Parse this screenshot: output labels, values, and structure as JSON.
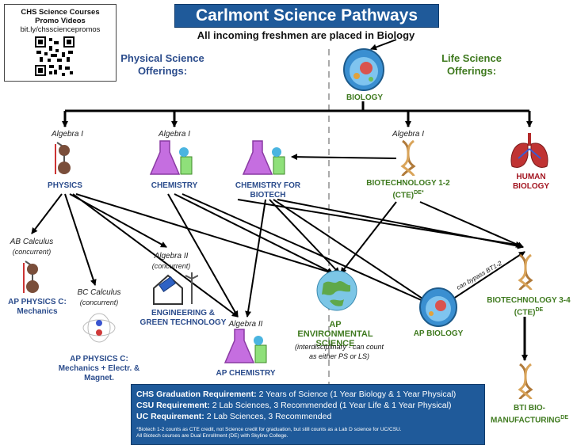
{
  "title": "Carlmont Science Pathways",
  "subtitle": "All incoming freshmen are placed in Biology",
  "qr": {
    "line1": "CHS Science Courses",
    "line2": "Promo Videos",
    "line3": "bit.ly/chssciencepromos"
  },
  "headers": {
    "physical": "Physical Science Offerings:",
    "life": "Life Science Offerings:"
  },
  "nodes": {
    "biology": "BIOLOGY",
    "physics_pre": "Algebra I",
    "physics": "PHYSICS",
    "chemistry_pre": "Algebra I",
    "chemistry": "CHEMISTRY",
    "chem_biotech": "CHEMISTRY FOR BIOTECH",
    "biotech12_pre": "Algebra I",
    "biotech12": "BIOTECHNOLOGY 1-2 (CTE)",
    "biotech12_sup": "DE*",
    "human_bio": "HUMAN BIOLOGY",
    "ab_calc": "AB Calculus",
    "ab_calc_note": "(concurrent)",
    "ap_phys_c_mech": "AP PHYSICS C: Mechanics",
    "bc_calc": "BC Calculus",
    "bc_calc_note": "(concurrent)",
    "ap_phys_c_em": "AP PHYSICS C: Mechanics + Electr. & Magnet.",
    "alg2_eng": "Algebra II",
    "alg2_eng_note": "(concurrent)",
    "eng_green": "ENGINEERING & GREEN TECHNOLOGY",
    "alg2_apchem": "Algebra II",
    "ap_chem": "AP CHEMISTRY",
    "ap_env_1": "AP ENVIRONMENTAL",
    "ap_env_2": "SCIENCE",
    "ap_env_note": "(interdisciplinary - can count as either PS or LS)",
    "ap_bio": "AP BIOLOGY",
    "bypass": "can bypass BT1-2",
    "biotech34": "BIOTECHNOLOGY 3-4 (CTE)",
    "biotech34_sup": "DE",
    "bti_1": "BTI BIO-",
    "bti_2": "MANUFACTURING",
    "bti_sup": "DE"
  },
  "requirements": {
    "chs_label": "CHS Graduation Requirement:",
    "chs_value": "2 Years of Science (1 Year Biology & 1 Year Physical)",
    "csu_label": "CSU Requirement:",
    "csu_value": "2 Lab Sciences, 3 Recommended (1 Year Life & 1 Year Physical)",
    "uc_label": "UC Requirement:",
    "uc_value": "2 Lab Sciences, 3 Recommended",
    "note1": "*Biotech 1-2 counts as CTE credit, not Science credit for graduation, but still counts as a Lab D science for UC/CSU.",
    "note2": "All Biotech courses are Dual Enrollment (DE) with Skyline College."
  },
  "colors": {
    "banner": "#1f5a9a",
    "physical": "#2b4c8c",
    "life": "#3f7a1f",
    "ap_env": "#3f7a1f"
  }
}
